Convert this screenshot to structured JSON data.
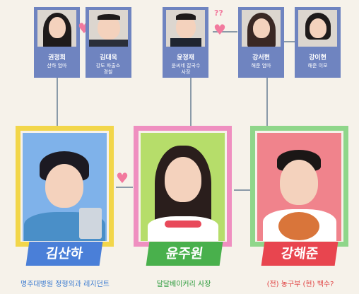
{
  "top_cards": [
    {
      "name": "권정희",
      "role": "산하 엄마"
    },
    {
      "name": "김대욱",
      "role": "강도 파출소 경찰"
    },
    {
      "name": "윤정재",
      "role": "윤씨네 칼국수 사장"
    },
    {
      "name": "강서현",
      "role": "해준 엄마"
    },
    {
      "name": "강이현",
      "role": "해준 이모"
    }
  ],
  "question_marks": "??",
  "main_characters": [
    {
      "name": "김산하",
      "description": "명주대병원 정형외과 레지던트"
    },
    {
      "name": "윤주원",
      "description": "달달베이커리 사장"
    },
    {
      "name": "강해준",
      "description": "(전) 농구부 (현) 백수?"
    }
  ],
  "colors": {
    "card": "#6f84c0",
    "frame_yellow": "#f2d64a",
    "frame_pink": "#ef8fc0",
    "frame_green": "#8fd68a",
    "label_blue": "#4a7fd8",
    "label_green": "#49b04c",
    "label_red": "#e8454f",
    "desc_blue": "#3a7ad0",
    "desc_green": "#2a9a3a",
    "desc_red": "#e04444"
  }
}
